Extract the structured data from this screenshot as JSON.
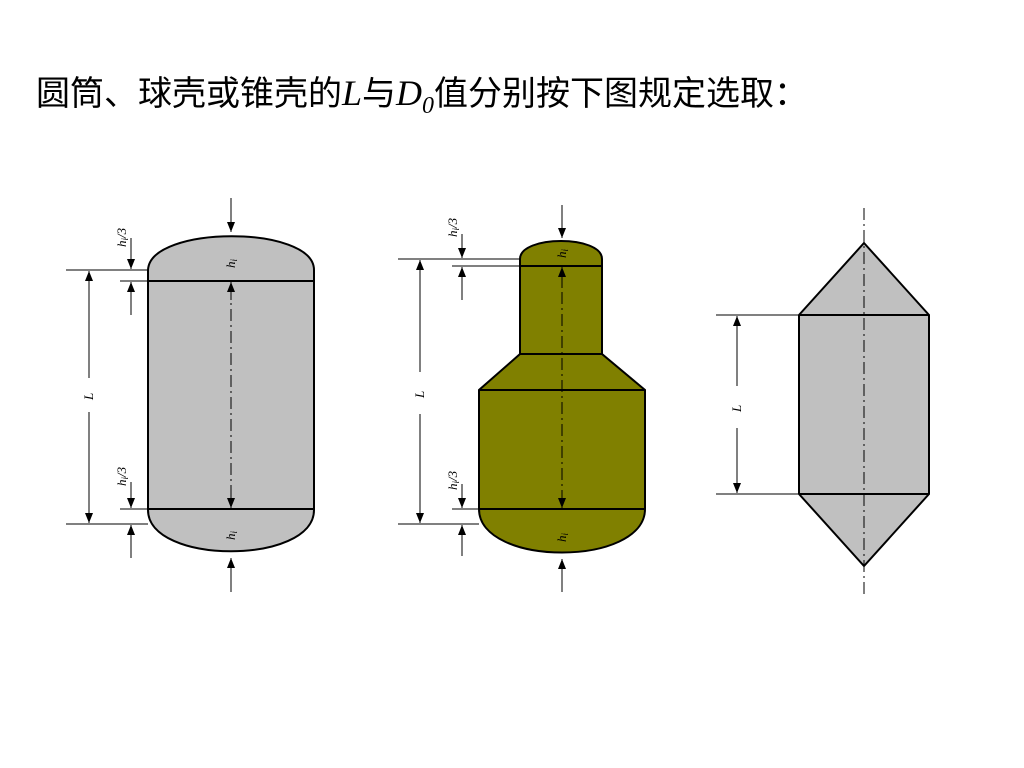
{
  "title": {
    "prefix": "圆筒、球壳或锥壳的",
    "var_L": "L",
    "connector": "与",
    "var_D": "D",
    "sub_0": "0",
    "suffix": "值分别按下图规定选取："
  },
  "labels": {
    "hi": "h",
    "hi_sub": "i",
    "hi3_sub": "i",
    "hi3_tail": "/3",
    "L": "L"
  },
  "colors": {
    "gray_fill": "#c0c0c0",
    "olive_fill": "#808000",
    "stroke": "#000000"
  }
}
